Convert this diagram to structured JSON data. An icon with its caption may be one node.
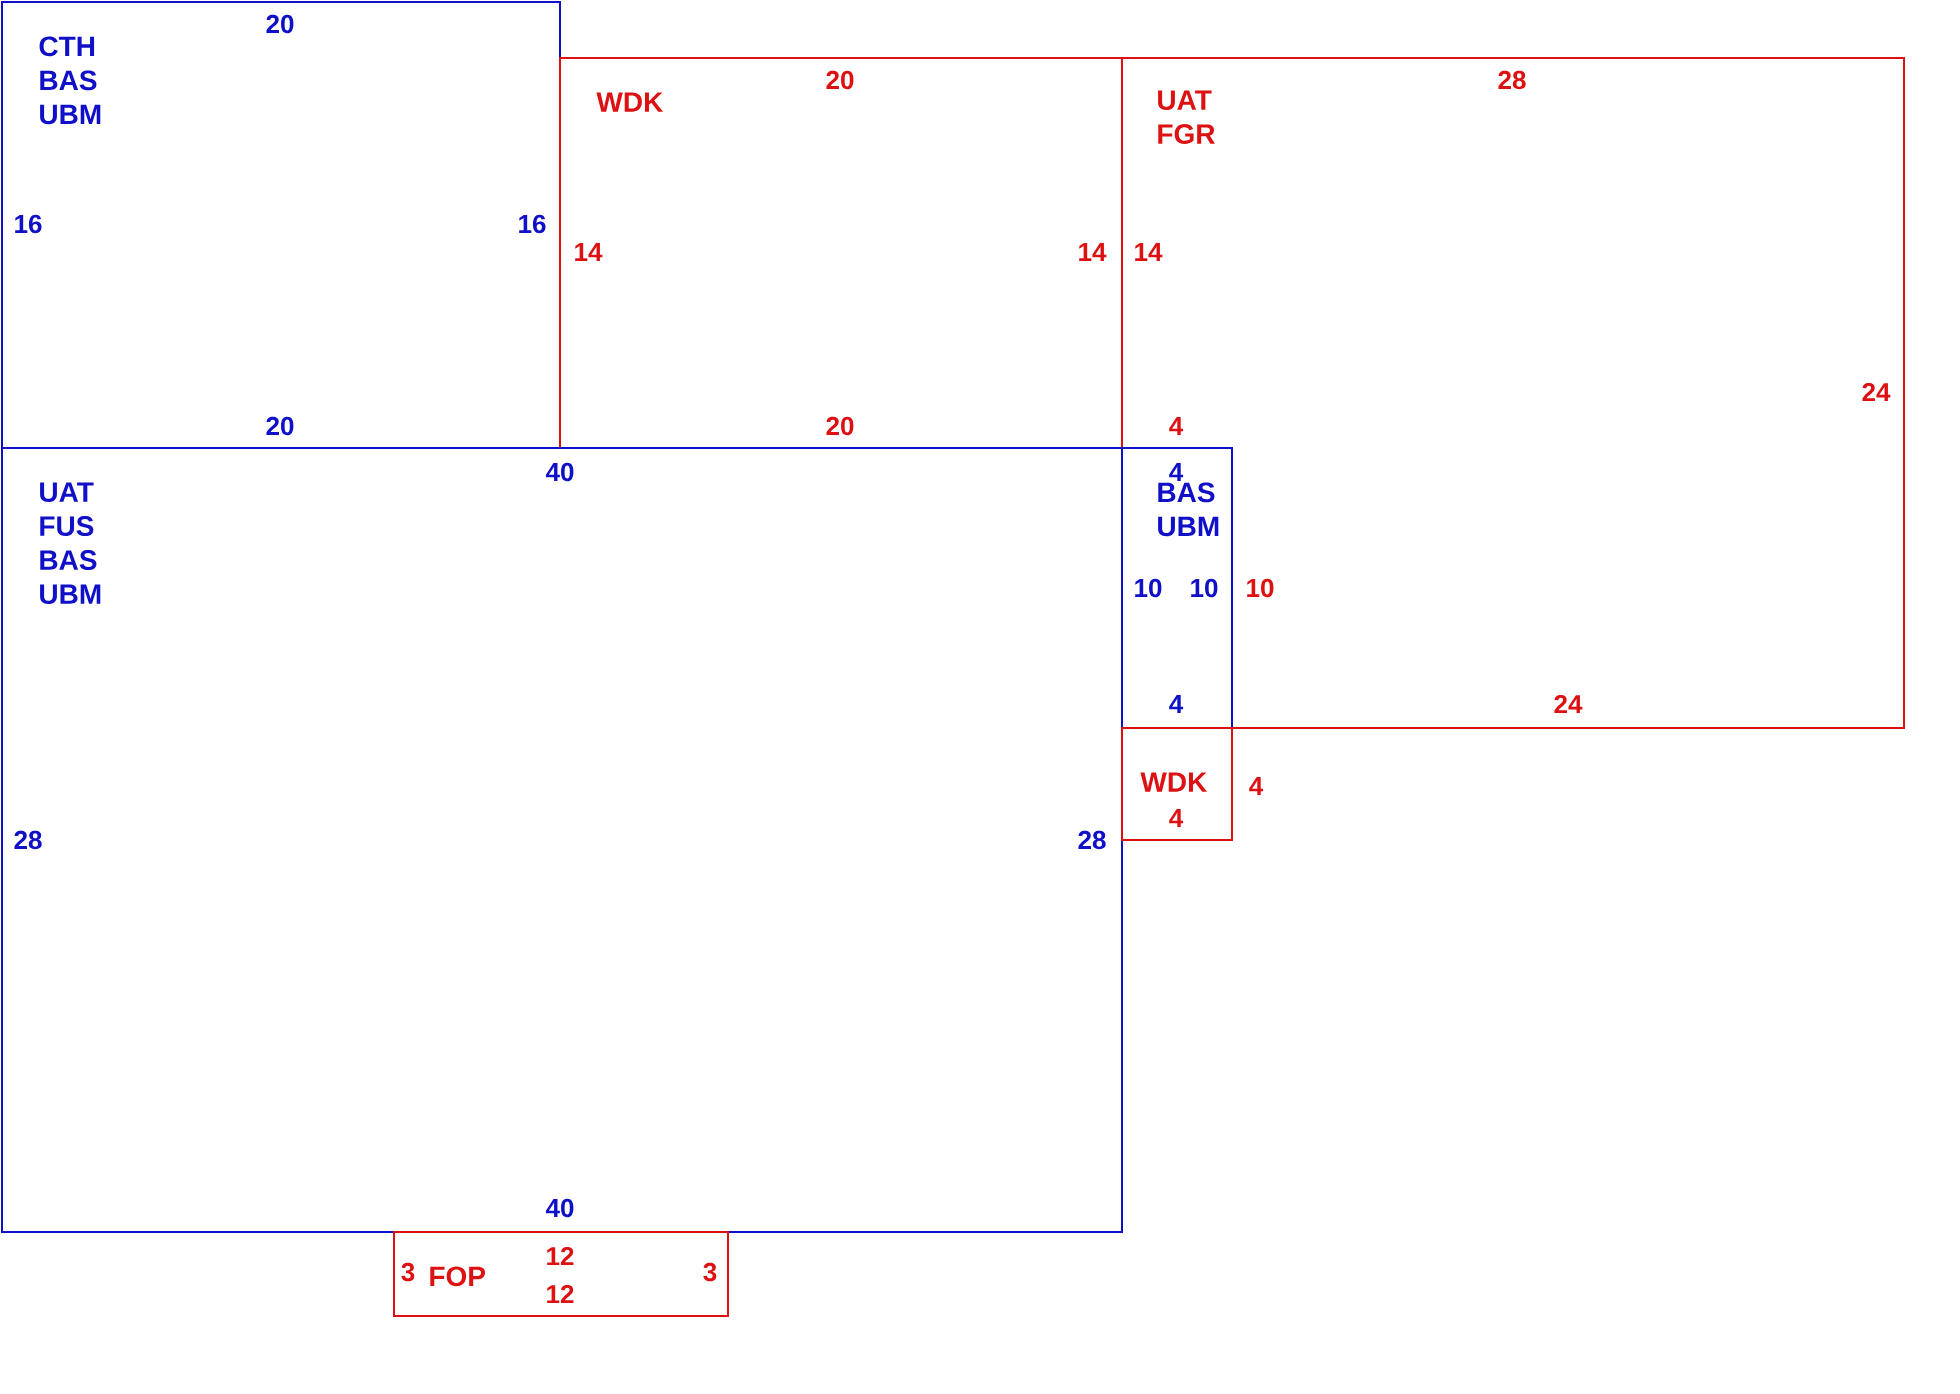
{
  "diagram": {
    "nodes": [
      {
        "text": [
          "CTH BAS UBM"
        ]
      },
      {
        "text": [
          "WDK"
        ]
      },
      {
        "text": [
          "UAT FGR"
        ]
      },
      {
        "text": [
          "UAT FUS BAS UBM"
        ]
      },
      {
        "text": [
          "BAS UBM"
        ]
      },
      {
        "text": [
          "WDK"
        ]
      },
      {
        "text": [
          "FOP"
        ]
      }
    ],
    "labels": [
      "20",
      "20",
      "28",
      "16",
      "16",
      "14",
      "14",
      "14",
      "24",
      "20",
      "20",
      "4",
      "40",
      "4",
      "10",
      "10",
      "10",
      "4",
      "24",
      "4",
      "28",
      "28",
      "4",
      "40",
      "12",
      "3",
      "3",
      "12"
    ]
  }
}
